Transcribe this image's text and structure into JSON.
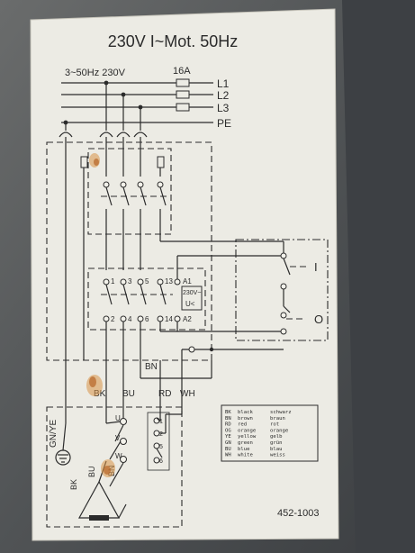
{
  "title": "230V I~Mot. 50Hz",
  "supply": {
    "spec": "3~50Hz 230V",
    "fuse": "16A",
    "lines": [
      "L1",
      "L2",
      "L3",
      "PE"
    ]
  },
  "contactor": {
    "contacts_top": [
      "1",
      "3",
      "5",
      "13",
      "A1"
    ],
    "contacts_bottom": [
      "2",
      "4",
      "6",
      "14",
      "A2"
    ],
    "coil_voltage": "230V~",
    "undervoltage": "U<"
  },
  "switch": {
    "on": "I",
    "off": "O"
  },
  "wires": {
    "bk": "BK",
    "bu": "BU",
    "bn": "BN",
    "rd": "RD",
    "wh": "WH",
    "gnye": "GN/YE",
    "motor_bk": "BK",
    "motor_bu": "BU",
    "motor_bn": "BN"
  },
  "motor_terminals": [
    "U",
    "V",
    "W"
  ],
  "cap_terminals": [
    "1",
    "2",
    "5",
    "6"
  ],
  "color_legend": [
    {
      "code": "BK",
      "en": "black",
      "de": "schwarz"
    },
    {
      "code": "BN",
      "en": "brown",
      "de": "braun"
    },
    {
      "code": "RD",
      "en": "red",
      "de": "rot"
    },
    {
      "code": "OG",
      "en": "orange",
      "de": "orange"
    },
    {
      "code": "YE",
      "en": "yellow",
      "de": "gelb"
    },
    {
      "code": "GN",
      "en": "green",
      "de": "grün"
    },
    {
      "code": "BU",
      "en": "blue",
      "de": "blau"
    },
    {
      "code": "WH",
      "en": "white",
      "de": "weiss"
    }
  ],
  "drawing_number": "452-1003",
  "colors": {
    "paper": "#ecebe4",
    "ink": "#2b2b2b",
    "stain": "#b86a2c"
  }
}
